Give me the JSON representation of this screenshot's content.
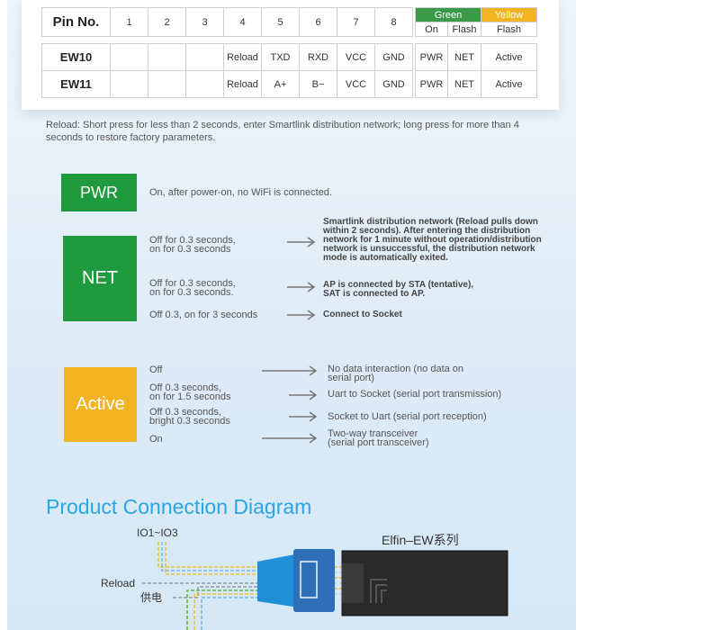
{
  "pin_table": {
    "header_label": "Pin No.",
    "pin_numbers": [
      "1",
      "2",
      "3",
      "4",
      "5",
      "6",
      "7",
      "8"
    ],
    "rows": [
      {
        "name": "EW10",
        "pins": [
          "",
          "",
          "",
          "Reload",
          "TXD",
          "RXD",
          "VCC",
          "GND"
        ]
      },
      {
        "name": "EW11",
        "pins": [
          "",
          "",
          "",
          "Reload",
          "A+",
          "B−",
          "VCC",
          "GND"
        ]
      }
    ]
  },
  "led_table": {
    "green_label": "Green",
    "yellow_label": "Yellow",
    "sub_headers": [
      "On",
      "Flash",
      "Flash"
    ],
    "rows": [
      [
        "PWR",
        "NET",
        "Active"
      ],
      [
        "PWR",
        "NET",
        "Active"
      ]
    ]
  },
  "reload_note": "Reload: Short press for less than 2 seconds, enter Smartlink distribution network; long press for more than 4 seconds to restore factory parameters.",
  "pwr": {
    "badge": "PWR",
    "description": "On, after power-on, no WiFi is connected."
  },
  "net": {
    "badge": "NET",
    "states": [
      {
        "condition_1": "Off for 0.3 seconds,",
        "condition_2": "on for 0.3 seconds",
        "result_1": "Smartlink distribution network (Reload pulls down",
        "result_2": "within 2 seconds). After entering the distribution",
        "result_3": "network for 1 minute without operation/distribution",
        "result_4": "network is unsuccessful, the distribution network",
        "result_5": "mode is automatically exited."
      },
      {
        "condition_1": "Off for 0.3 seconds,",
        "condition_2": "on for 0.3 seconds.",
        "result_1": "AP is connected by STA (tentative),",
        "result_2": "SAT is connected to AP."
      },
      {
        "condition_1": "Off 0.3, on for 3 seconds",
        "result_1": "Connect to Socket"
      }
    ]
  },
  "active": {
    "badge": "Active",
    "states": [
      {
        "condition_1": "Off",
        "result_1": "No data interaction (no data on",
        "result_2": "serial port)"
      },
      {
        "condition_1": "Off 0.3 seconds,",
        "condition_2": "on for 1.5 seconds",
        "result_1": "Uart to Socket (serial port transmission)"
      },
      {
        "condition_1": "Off 0.3 seconds,",
        "condition_2": "bright 0.3 seconds",
        "result_1": "Socket to Uart (serial port reception)"
      },
      {
        "condition_1": "On",
        "result_1": "Two-way transceiver",
        "result_2": "(serial port transceiver)"
      }
    ]
  },
  "diagram": {
    "title": "Product Connection Diagram",
    "io_label": "IO1~IO3",
    "reload_label": "Reload",
    "power_label": "供电",
    "device_label": "Elfin–EW系列"
  },
  "colors": {
    "green": "#1f9a3f",
    "yellow": "#f3b423",
    "title_blue": "#29a6e4",
    "cable_blue": "#1f8fd8"
  }
}
